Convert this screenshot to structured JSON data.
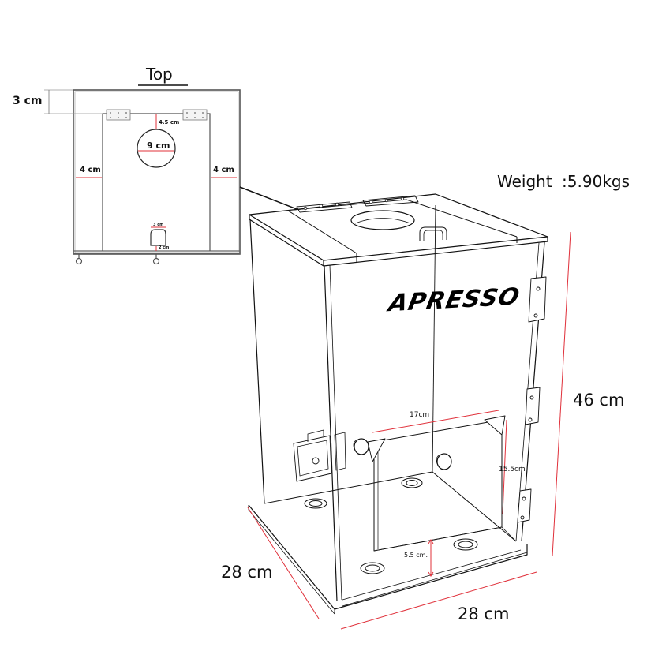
{
  "top_view": {
    "title": "Top",
    "dimensions": {
      "lid_offset": "3 cm",
      "hole_from_edge": "4.5 cm",
      "hole_diameter": "9 cm",
      "left_margin": "4 cm",
      "right_margin": "4 cm",
      "handle_width": "3 cm",
      "handle_from_edge": "2 cm"
    }
  },
  "product": {
    "brand": "APRESSO",
    "weight_label": "Weight",
    "weight_separator": ":",
    "weight_value": "5.90kgs"
  },
  "dimensions": {
    "height": "46 cm",
    "depth": "28 cm",
    "width": "28 cm",
    "door_width": "17cm",
    "door_height": "15.5cm",
    "door_from_bottom": "5.5 cm."
  },
  "colors": {
    "line": "#111111",
    "dimension_line": "#e0303a",
    "background": "#ffffff"
  }
}
